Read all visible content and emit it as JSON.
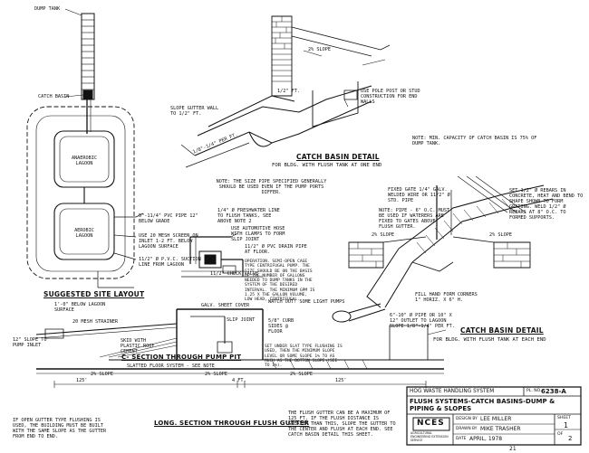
{
  "site_layout": {
    "dump_tank": "DUMP TANK",
    "catch_basin": "CATCH BASIN",
    "anaerobic_lagoon": "ANAEROBIC LAGOON",
    "aerobic_lagoon": "AEROBIC LAGOON",
    "pvc_pipe": "5\"-11/4\" PVC PIPE 12\" BELOW GRADE",
    "screen_note": "USE 20 MESH SCREEN ON INLET 1-2 FT. BELOW LAGOON SURFACE",
    "suction_line": "11/2\" Ø P.V.C. SUCTION LINE FROM LAGOON",
    "title": "SUGGESTED SITE LAYOUT"
  },
  "catch_basin_one_end": {
    "slope_gutter": "SLOPE GUTTER WALL TO 1/2\" FT.",
    "slope_pct": "2% SLOPE",
    "pole_post": "USE POLE POST OR STUD CONSTRUCTION FOR END WALLS",
    "slope_ft": "1/8\"-1/4\" PER FT.",
    "half_ft": "1/2\" FT.",
    "min_capacity": "NOTE: MIN. CAPACITY OF CATCH BASIN IS 75% OF DUMP TANK.",
    "title": "CATCH BASIN DETAIL",
    "subtitle": "FOR BLDG. WITH FLUSH TANK AT ONE END",
    "pipe_note": "NOTE: THE SIZE PIPE SPECIFIED GENERALLY SHOULD BE USED EVEN IF THE PUMP PORTS DIFFER."
  },
  "pump_detail": {
    "freshwater_line": "1/4\" Ø FRESHWATER LINE TO FLUSH TANKS, SEE ABOVE NOTE 2",
    "hose_note": "USE AUTOMOTIVE HOSE WITH CLAMPS TO FORM SLIP JOINT",
    "check_valve": "11/2\" CHECK VALVE",
    "drain_pipe": "11/2\" Ø PVC DRAIN PIPE AT FLOOR.",
    "operation_note": "OPERATION. SEMI-OPEN CAGE TYPE CENTRIFUGAL PUMP. THE SIZE SHOULD BE ON THE BASIS OF THE NUMBER OF GALLONS NEEDED TO DUMP TANKS IN THE SYSTEM OF THE DESIRED INTERVAL. THE MINIMUM GPM IS 1.25 X THE GALLON VOLUME, LOW HEAD, CENTRIFUGAL.",
    "ammonia_note": "WATCH OUT! SOME LIGHT PUMPS"
  },
  "catch_basin_each_end": {
    "fixed_gate": "FIXED GATE 1/4\" GALV. WELDED WIRE OR 11/2\" Ø STD. PIPE",
    "note_pipe": "NOTE: PIPE - 6\" O.C. MUST BE USED IF WATERERS ARE FIXED TO GATES ABOVE FLUSH GUTTER.",
    "rebars": "SET 1/2\" Ø REBARS IN CONCRETE, HEAT AND BEND TO SHAPE SHOWN TO FORM GRATING. WELD 1/2\" Ø REBARS AT 8\" O.C. TO FORMED SUPPORTS.",
    "slope_left": "2% SLOPE",
    "slope_right": "2% SLOPE",
    "fill_note": "FILL HAND FORM CORNERS 1\" HORIZ. X 6\" H.",
    "outlet_note": "6\"-10\" Ø PIPE OR 10\" X 12\" OUTLET TO LAGOON SLOPE 1/8\"-1/4\" PER FT.",
    "title": "CATCH BASIN DETAIL",
    "subtitle": "FOR BLDG. WITH FLUSH TANK AT EACH END"
  },
  "pump_pit": {
    "lagoon_surface": "1'-0\" BELOW LAGOON SURFACE",
    "mesh_strainer": "20 MESH STRAINER",
    "slope_inlet": "12\" SLOPE TO PUMP INLET",
    "skid": "SKID WITH PLASTIC ROOF CEMENT",
    "sheet_cover": "GALV. SHEET COVER",
    "slip_joint": "SLIP JOINT",
    "curb": "5/8\" CURB SIDES @ FLOOR",
    "title": "C- SECTION THROUGH PUMP PIT",
    "slatted": "SLATTED FLOOR SYSTEM - SEE NOTE",
    "slat_note": "SET UNDER SLAT TYPE FLUSHING IS USED, THEN THE MINIMUM SLOPE LEVEL OR SOME SLOPE 1% TO AS MUCH AS THE BOTTOM SLOPE (SEE TO 1%).",
    "dim_left": "125'",
    "dim_mid": "4 ft.",
    "dim_right": "125'",
    "slope_a": "2% SLOPE",
    "slope_b": "2% SLOPE",
    "slope_c": "2% SLOPE"
  },
  "long_section": {
    "open_gutter": "IF OPEN GUTTER TYPE FLUSHING IS USED, THE BUILDING MUST BE BUILT WITH THE SAME SLOPE AS THE GUTTER FROM END TO END.",
    "title": "LONG. SECTION THROUGH FLUSH GUTTER",
    "gutter_note": "THE FLUSH GUTTER CAN BE A MAXIMUM OF 125 FT. IF THE FLUSH DISTANCE IS GREATER THAN THIS, SLOPE THE GUTTER TO THE CENTER AND FLUSH AT EACH END. SEE CATCH BASIN DETAIL THIS SHEET."
  },
  "title_block": {
    "project": "HOG WASTE HANDLING SYSTEM",
    "plan_no_label": "PL. NO.",
    "plan_no": "6238-A",
    "drawing_title": "FLUSH SYSTEMS-CATCH BASINS-DUMP & PIPING & SLOPES",
    "org": "NCES",
    "org_sub": "AGRICULTURAL ENGINEERING EXTENSION SERVICE",
    "design_label": "DESIGN BY",
    "design_by": "LEE MILLER",
    "drawn_label": "DRAWN BY",
    "drawn_by": "MIKE TRASHER",
    "date_label": "DATE",
    "date": "APRIL, 1978",
    "sheet_label": "SHEET",
    "sheet": "1",
    "of_label": "OF",
    "of": "2",
    "corner_mark": "21"
  }
}
